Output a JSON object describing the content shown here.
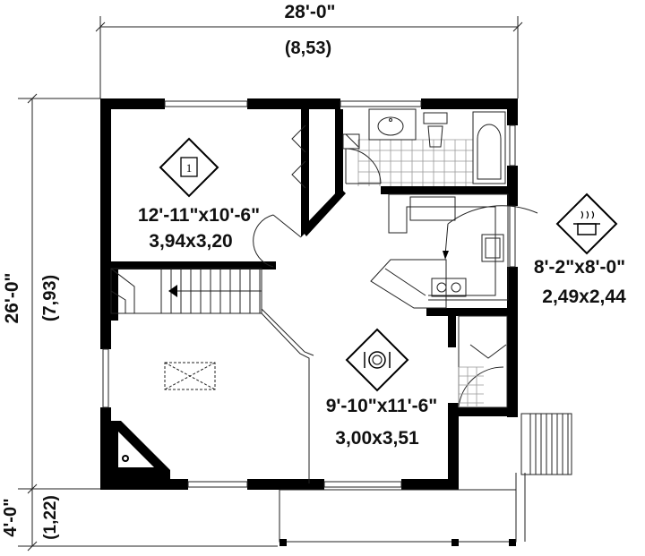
{
  "dimensions": {
    "top_imperial": "28'-0\"",
    "top_metric": "(8,53)",
    "left_imperial": "26'-0\"",
    "left_metric": "(7,93)",
    "porch_imperial": "4'-0\"",
    "porch_metric": "(1,22)"
  },
  "rooms": [
    {
      "imperial": "12'-11\"x10'-6\"",
      "metric": "3,94x3,20",
      "icon": "bedroom-icon",
      "icon_glyph": "1"
    },
    {
      "imperial": "8'-2\"x8'-0\"",
      "metric": "2,49x2,44",
      "icon": "kitchen-icon"
    },
    {
      "imperial": "9'-10\"x11'-6\"",
      "metric": "3,00x3,51",
      "icon": "dining-icon"
    }
  ]
}
